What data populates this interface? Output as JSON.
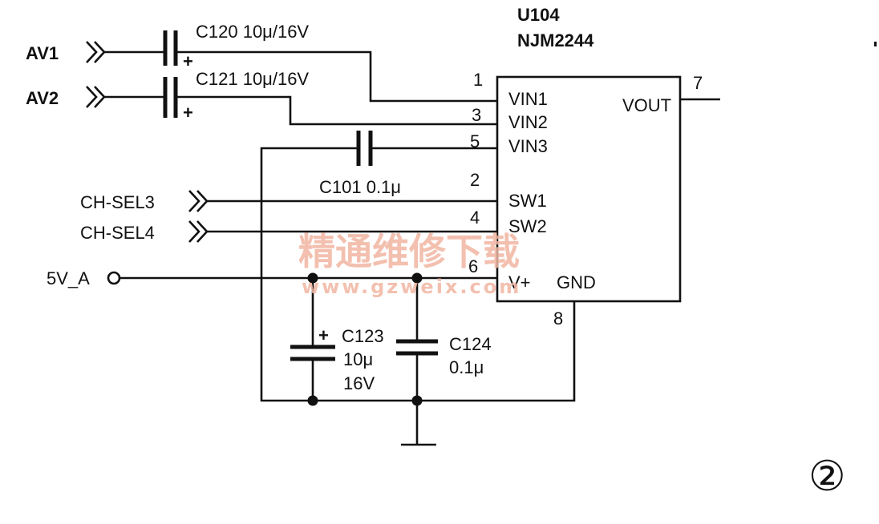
{
  "chip": {
    "ref": "U104",
    "part": "NJM2244",
    "pins": {
      "vin1": "VIN1",
      "vin2": "VIN2",
      "vin3": "VIN3",
      "sw1": "SW1",
      "sw2": "SW2",
      "vplus": "V+",
      "gnd": "GND",
      "vout": "VOUT"
    },
    "pin_numbers": {
      "p1": "1",
      "p2": "2",
      "p3": "3",
      "p4": "4",
      "p5": "5",
      "p6": "6",
      "p7": "7",
      "p8": "8"
    }
  },
  "inputs": {
    "av1": "AV1",
    "av2": "AV2",
    "chsel3": "CH-SEL3",
    "chsel4": "CH-SEL4",
    "five_v": "5V_A"
  },
  "capacitors": {
    "c120": "C120  10μ/16V",
    "c121": "C121  10μ/16V",
    "c101": "C101  0.1μ",
    "c123_ref": "C123",
    "c123_val": "10μ",
    "c123_volt": "16V",
    "c124_ref": "C124",
    "c124_val": "0.1μ",
    "plus": "+"
  },
  "watermark": {
    "cn": "精通维修下载",
    "url": "www.gzweix.com"
  },
  "figure_number": "②"
}
